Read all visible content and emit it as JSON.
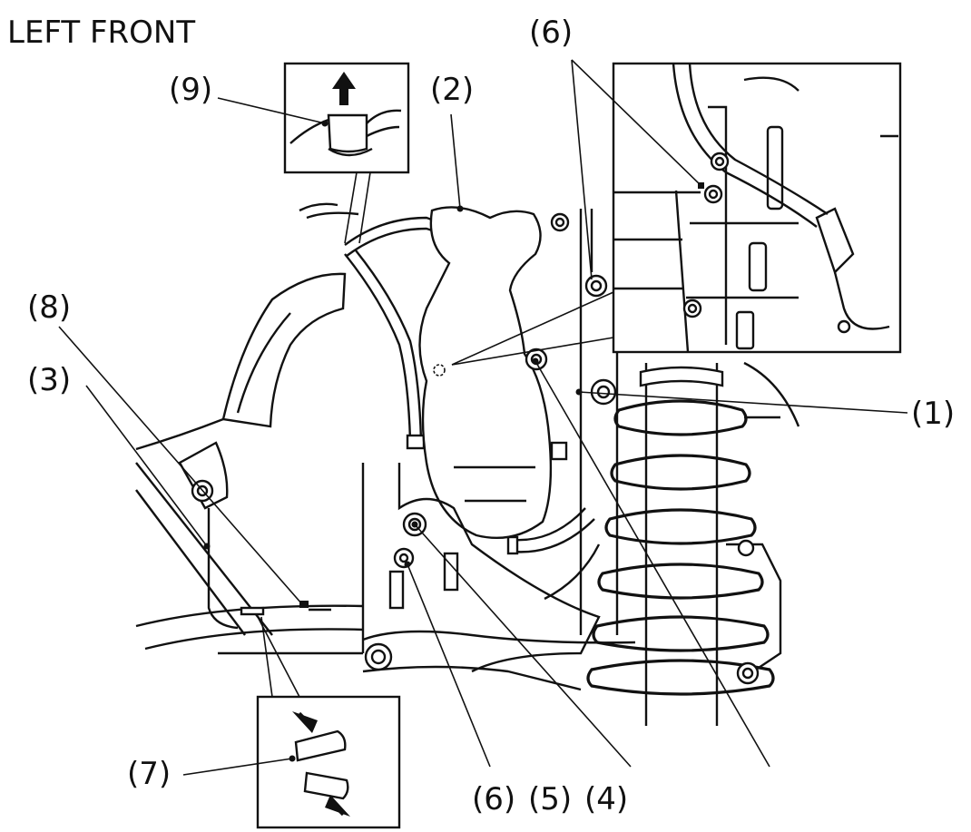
{
  "title": "LEFT FRONT",
  "callouts": {
    "c1": "(1)",
    "c2": "(2)",
    "c3": "(3)",
    "c4": "(4)",
    "c5": "(5)",
    "c6_top": "(6)",
    "c6_bottom": "(6)",
    "c7": "(7)",
    "c8": "(8)",
    "c9": "(9)"
  },
  "icons": {
    "pull_direction": "up-arrow-icon",
    "press_direction": "press-arrow-icon"
  }
}
